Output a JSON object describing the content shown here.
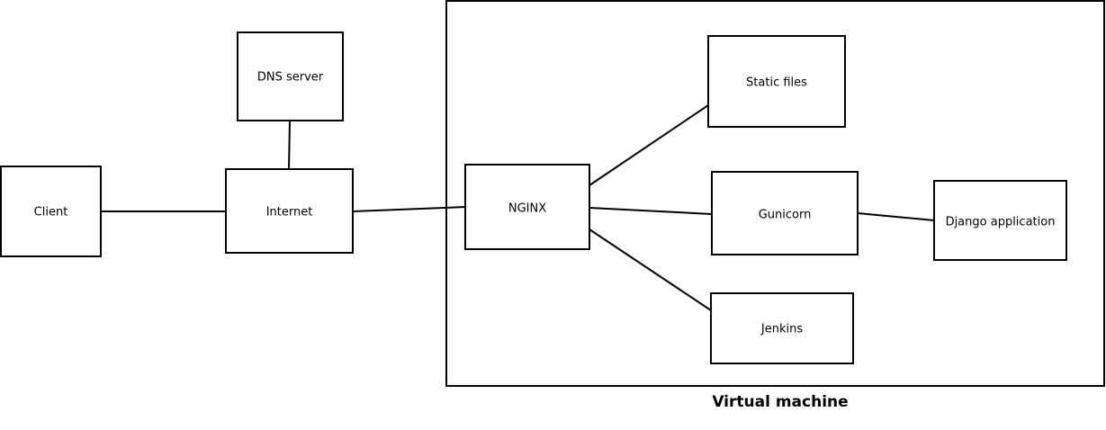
{
  "diagram": {
    "container": {
      "label": "Virtual machine"
    },
    "nodes": {
      "client": "Client",
      "dns": "DNS server",
      "internet": "Internet",
      "nginx": "NGINX",
      "static": "Static files",
      "gunicorn": "Gunicorn",
      "django": "Django application",
      "jenkins": "Jenkins"
    },
    "edges": [
      [
        "client",
        "internet"
      ],
      [
        "dns",
        "internet"
      ],
      [
        "internet",
        "nginx"
      ],
      [
        "nginx",
        "static"
      ],
      [
        "nginx",
        "gunicorn"
      ],
      [
        "nginx",
        "jenkins"
      ],
      [
        "gunicorn",
        "django"
      ]
    ]
  }
}
